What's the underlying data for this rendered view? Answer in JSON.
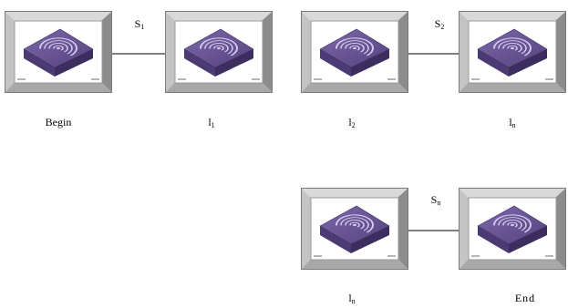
{
  "diagram": {
    "nodes": [
      {
        "id": "begin",
        "label": "Begin",
        "sub": ""
      },
      {
        "id": "l1",
        "label": "l",
        "sub": "1"
      },
      {
        "id": "l2",
        "label": "l",
        "sub": "2"
      },
      {
        "id": "ln_top",
        "label": "l",
        "sub": "n"
      },
      {
        "id": "ln_bottom",
        "label": "l",
        "sub": "n"
      },
      {
        "id": "end",
        "label": "End",
        "sub": ""
      }
    ],
    "links": [
      {
        "from": "begin",
        "to": "l1",
        "label": "S",
        "sub": "1"
      },
      {
        "from": "l2",
        "to": "ln_top",
        "label": "S",
        "sub": "2"
      },
      {
        "from": "ln_bottom",
        "to": "end",
        "label": "S",
        "sub": "n"
      }
    ],
    "colors": {
      "frame_outer": "#7a7a7a",
      "frame_light": "#d9d9d9",
      "frame_dark": "#8c8c8c",
      "device_top": "#6a5496",
      "device_side": "#4b3a73",
      "device_front": "#3b2d5e",
      "swirl": "#d4c9ee",
      "line": "#000000"
    },
    "icon": "router-device-icon"
  }
}
